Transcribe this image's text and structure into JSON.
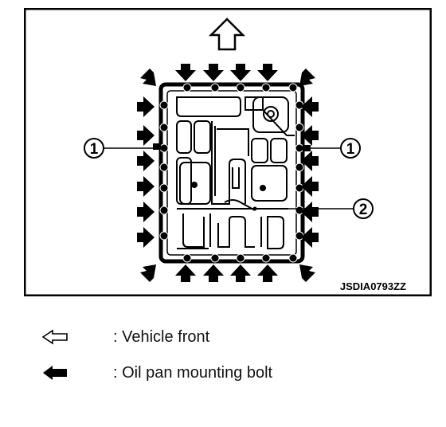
{
  "figure": {
    "code": "JSDIA0793ZZ",
    "callouts": [
      "1",
      "1",
      "2"
    ]
  },
  "legend": [
    {
      "icon": "outline-arrow-icon",
      "text": ": Vehicle front"
    },
    {
      "icon": "solid-arrow-icon",
      "text": ": Oil pan mounting bolt"
    }
  ]
}
